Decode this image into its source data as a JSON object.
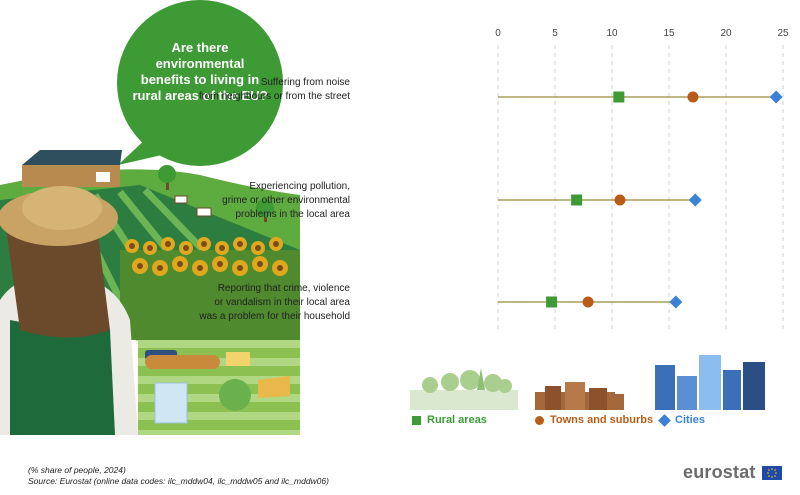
{
  "bubble": {
    "question": "Are there environmental benefits to living in rural areas of the EU?"
  },
  "chart_data": {
    "type": "dot-plot",
    "xlim": [
      0,
      25
    ],
    "xticks": [
      0,
      5,
      10,
      15,
      20,
      25
    ],
    "grid": true,
    "categories": [
      "Suffering from noise from neighbours or from the street",
      "Experiencing pollution, grime or other environmental problems in the local area",
      "Reporting that crime, violence or vandalism in their local area was a problem for their household"
    ],
    "category_lines": [
      [
        "Suffering from noise",
        "from neighbours or from the street"
      ],
      [
        "Experiencing pollution,",
        "grime or other environmental",
        "problems in the local area"
      ],
      [
        "Reporting that crime, violence",
        "or vandalism in their local area",
        "was a problem for their household"
      ]
    ],
    "series": [
      {
        "name": "Rural areas",
        "color": "#3d9a35",
        "marker": "square",
        "values": [
          10.6,
          6.9,
          4.7
        ]
      },
      {
        "name": "Towns and suburbs",
        "color": "#b85c17",
        "marker": "circle",
        "values": [
          17.1,
          10.7,
          7.9
        ]
      },
      {
        "name": "Cities",
        "color": "#3b82d6",
        "marker": "diamond",
        "values": [
          24.4,
          17.3,
          15.6
        ]
      }
    ],
    "line_color": "#9a8a3a"
  },
  "footer": {
    "note": "(% share of people, 2024)",
    "source": "Source: Eurostat (online data codes: ilc_mddw04, ilc_mddw05 and ilc_mddw06)"
  },
  "logo": {
    "text": "eurostat"
  }
}
